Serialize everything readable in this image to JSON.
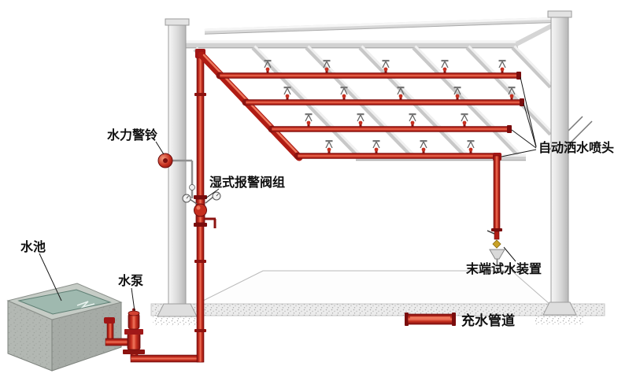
{
  "diagram": {
    "labels": {
      "alarm_bell": "水力警铃",
      "wet_valve_group": "湿式报警阀组",
      "pool": "水池",
      "pump": "水泵",
      "sprinklers": "自动洒水喷头",
      "end_test_device": "末端试水装置"
    },
    "legend": {
      "filled_pipe": "充水管道"
    },
    "colors": {
      "pipe_red": "#c62f1f",
      "pipe_dark": "#7a0d0d",
      "water": "#9fb9af",
      "structure_gray": "#d6d6d6",
      "brass": "#c9a227",
      "background": "#ffffff"
    }
  }
}
